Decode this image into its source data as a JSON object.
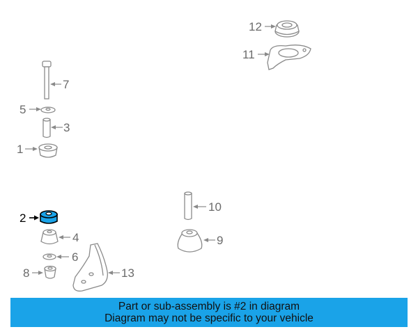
{
  "callouts": {
    "c1": "1",
    "c2": "2",
    "c3": "3",
    "c4": "4",
    "c5": "5",
    "c6": "6",
    "c7": "7",
    "c8": "8",
    "c9": "9",
    "c10": "10",
    "c11": "11",
    "c12": "12",
    "c13": "13"
  },
  "highlighted_part": "2",
  "colors": {
    "highlight": "#1aa3e8",
    "banner": "#1aa3e8"
  },
  "banner": {
    "line1": "Part or sub-assembly is #2 in diagram",
    "line2": "Diagram may not be specific to your vehicle"
  }
}
